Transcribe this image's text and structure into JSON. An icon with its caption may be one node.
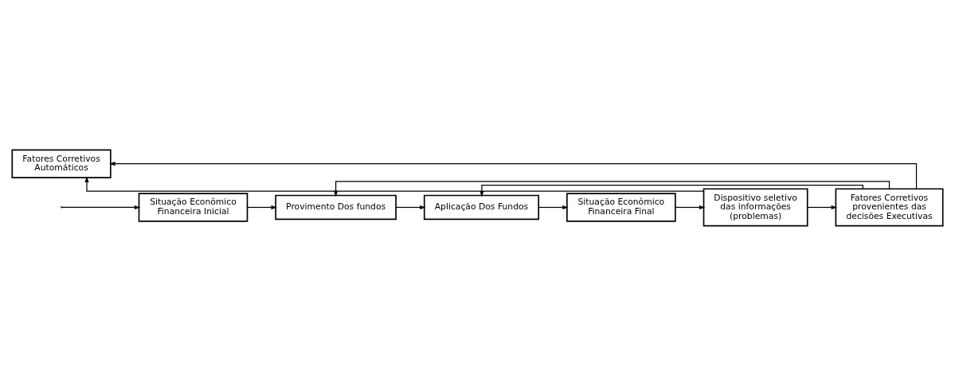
{
  "diagram": {
    "nodes": [
      {
        "text": [
          "Situação Econômico Financeira Inicial"
        ]
      },
      {
        "text": [
          "Provimento Dos fundos"
        ]
      },
      {
        "text": [
          "Aplicação Dos Fundos"
        ]
      },
      {
        "text": [
          "Situação Econômico Financeira Final"
        ]
      },
      {
        "text": [
          "Fatores Corretivos Automáticos"
        ]
      },
      {
        "text": [
          "Dispositivo seletivo das informações (problemas)"
        ]
      },
      {
        "text": [
          "Fatores Corretivos provenientes das decisões Executivas"
        ]
      }
    ],
    "edges": [
      {
        "from": null,
        "to": 0,
        "arrow": "to"
      },
      {
        "from": 0,
        "to": 1,
        "arrow": "to"
      },
      {
        "from": 1,
        "to": 2,
        "arrow": "to"
      },
      {
        "from": 2,
        "to": 3,
        "arrow": "to"
      },
      {
        "from": 3,
        "to": 5,
        "arrow": "to"
      },
      {
        "from": 5,
        "to": 4,
        "arrow": "to"
      },
      {
        "from": 5,
        "to": 6,
        "arrow": "to"
      },
      {
        "from": 6,
        "to": 2,
        "arrow": "to"
      },
      {
        "from": 6,
        "to": 4,
        "arrow": "to"
      },
      {
        "from": 6,
        "to": 1,
        "arrow": "to"
      }
    ]
  }
}
